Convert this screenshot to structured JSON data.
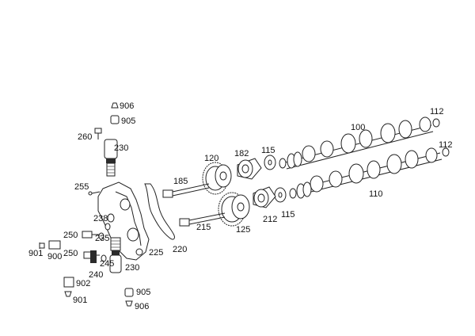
{
  "callouts": [
    {
      "id": "c906a",
      "text": "906"
    },
    {
      "id": "c905a",
      "text": "905"
    },
    {
      "id": "c260",
      "text": "260"
    },
    {
      "id": "c230a",
      "text": "230"
    },
    {
      "id": "c255",
      "text": "255"
    },
    {
      "id": "c238",
      "text": "238"
    },
    {
      "id": "c250a",
      "text": "250"
    },
    {
      "id": "c235",
      "text": "235"
    },
    {
      "id": "c901a",
      "text": "901"
    },
    {
      "id": "c900",
      "text": "900"
    },
    {
      "id": "c250b",
      "text": "250"
    },
    {
      "id": "c245",
      "text": "245"
    },
    {
      "id": "c240",
      "text": "240"
    },
    {
      "id": "c902",
      "text": "902"
    },
    {
      "id": "c901b",
      "text": "901"
    },
    {
      "id": "c230b",
      "text": "230"
    },
    {
      "id": "c905b",
      "text": "905"
    },
    {
      "id": "c906b",
      "text": "906"
    },
    {
      "id": "c225",
      "text": "225"
    },
    {
      "id": "c220",
      "text": "220"
    },
    {
      "id": "c185",
      "text": "185"
    },
    {
      "id": "c215",
      "text": "215"
    },
    {
      "id": "c120",
      "text": "120"
    },
    {
      "id": "c125",
      "text": "125"
    },
    {
      "id": "c182",
      "text": "182"
    },
    {
      "id": "c212",
      "text": "212"
    },
    {
      "id": "c115a",
      "text": "115"
    },
    {
      "id": "c115b",
      "text": "115"
    },
    {
      "id": "c100",
      "text": "100"
    },
    {
      "id": "c110",
      "text": "110"
    },
    {
      "id": "c112a",
      "text": "112"
    },
    {
      "id": "c112b",
      "text": "112"
    }
  ]
}
